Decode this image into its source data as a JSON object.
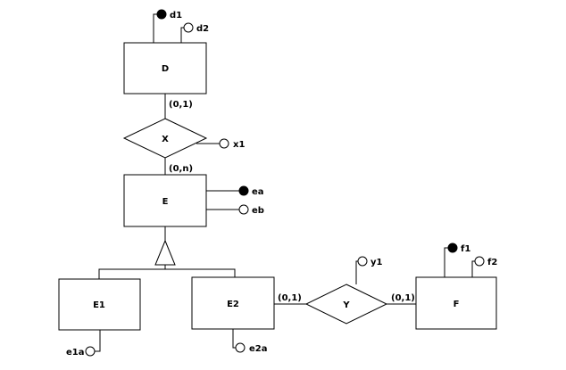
{
  "entities": {
    "D": "D",
    "E": "E",
    "E1": "E1",
    "E2": "E2",
    "F": "F"
  },
  "relationships": {
    "X": "X",
    "Y": "Y"
  },
  "attributes": {
    "d1": "d1",
    "d2": "d2",
    "x1": "x1",
    "ea": "ea",
    "eb": "eb",
    "e1a": "e1a",
    "e2a": "e2a",
    "y1": "y1",
    "f1": "f1",
    "f2": "f2"
  },
  "cardinalities": {
    "D_X": "(0,1)",
    "E_X": "(0,n)",
    "E2_Y": "(0,1)",
    "F_Y": "(0,1)"
  }
}
